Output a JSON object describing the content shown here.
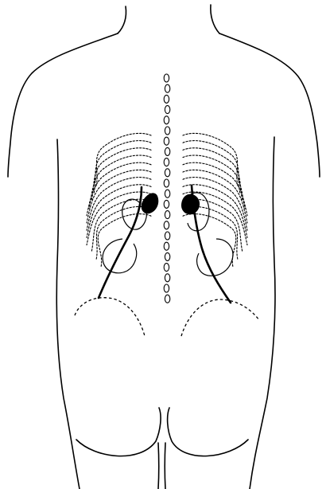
{
  "figure": {
    "background": "#ffffff",
    "line_color": "#000000",
    "adrenal_color": "#000000"
  },
  "structures": [
    "body-outline",
    "spine",
    "ribs",
    "kidneys",
    "adrenal-glands",
    "ureters",
    "pelvis",
    "buttocks"
  ]
}
